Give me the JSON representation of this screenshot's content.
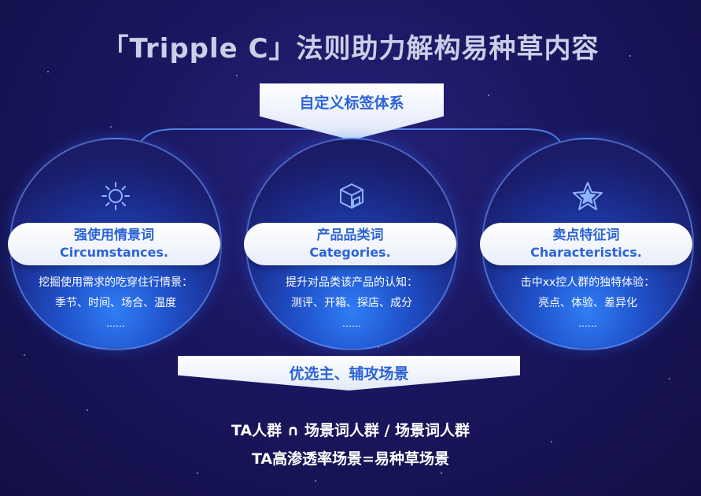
{
  "title": "「Tripple C」法则助力解构易种草内容",
  "top_chevron": "自定义标签体系",
  "columns": [
    {
      "icon": "sun-icon",
      "label_cn": "强使用情景词",
      "label_en": "Circumstances.",
      "desc_line1": "挖掘使用需求的吃穿住行情景：",
      "desc_line2": "季节、时间、场合、温度",
      "desc_line3": "……"
    },
    {
      "icon": "box-icon",
      "label_cn": "产品品类词",
      "label_en": "Categories.",
      "desc_line1": "提升对品类该产品的认知：",
      "desc_line2": "测评、开箱、探店、成分",
      "desc_line3": "……"
    },
    {
      "icon": "star-icon",
      "label_cn": "卖点特征词",
      "label_en": "Characteristics.",
      "desc_line1": "击中xx控人群的独特体验：",
      "desc_line2": "亮点、体验、差异化",
      "desc_line3": "……"
    }
  ],
  "bottom_banner": "优选主、辅攻场景",
  "formula_line1": "TA人群 ∩ 场景词人群 / 场景词人群",
  "formula_line2": "TA高渗透率场景=易种草场景",
  "colors": {
    "accent_blue": "#2c63d6",
    "background": "#1a1760"
  }
}
